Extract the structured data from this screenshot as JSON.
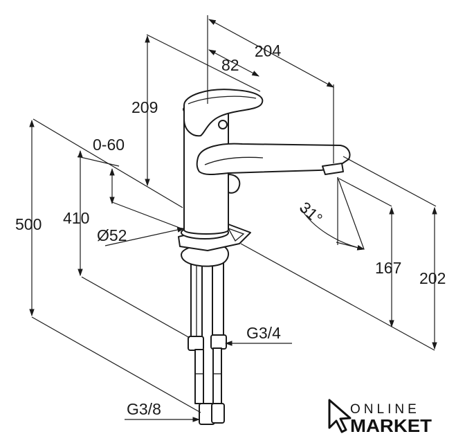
{
  "dimensions": {
    "d204": "204",
    "d82": "82",
    "d209": "209",
    "d0_60": "0-60",
    "d500": "500",
    "d410": "410",
    "d52": "Ø52",
    "d31": "31°",
    "d167": "167",
    "d202": "202",
    "g34": "G3/4",
    "g38": "G3/8"
  },
  "logo": {
    "line1": "ONLINE",
    "line2": "MARKET"
  },
  "colors": {
    "ink": "#1a1a1a",
    "background": "#ffffff"
  }
}
